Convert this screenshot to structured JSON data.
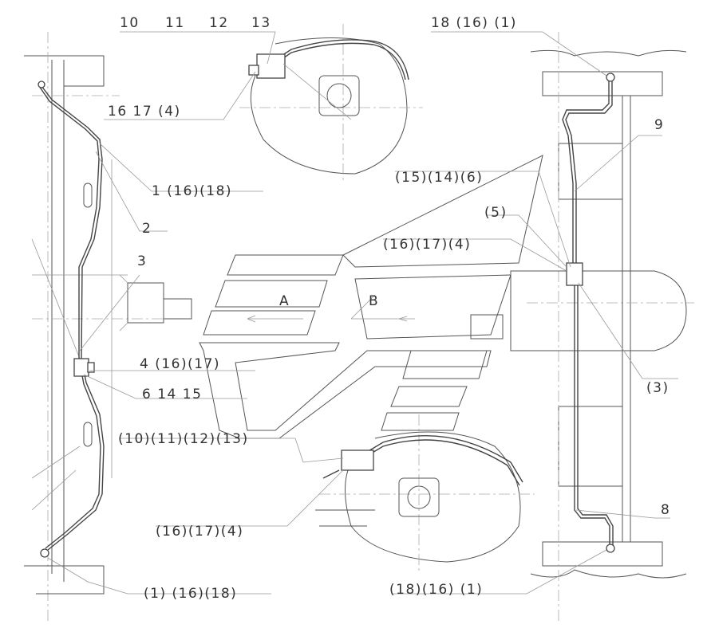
{
  "callouts": {
    "top_numbers": [
      "10",
      "11",
      "12",
      "13"
    ],
    "top_right": "18 (16) (1)",
    "top_clamp": "16 17 (4)",
    "left_upper": "1 (16)(18)",
    "label_2": "2",
    "label_3": "3",
    "left_clamp": "4 (16)(17)",
    "left_lower": "6 14 15",
    "middle_group": "(10)(11)(12)(13)",
    "bottom_clamp": "(16)(17)(4)",
    "bottom_left": "(1) (16)(18)",
    "bottom_right": "(18)(16) (1)",
    "label_9": "9",
    "right_group": "(15)(14)(6)",
    "label_5": "(5)",
    "right_clamp": "(16)(17)(4)",
    "label_3b": "(3)",
    "label_8": "8"
  },
  "direction_labels": {
    "a": "A",
    "b": "B"
  }
}
